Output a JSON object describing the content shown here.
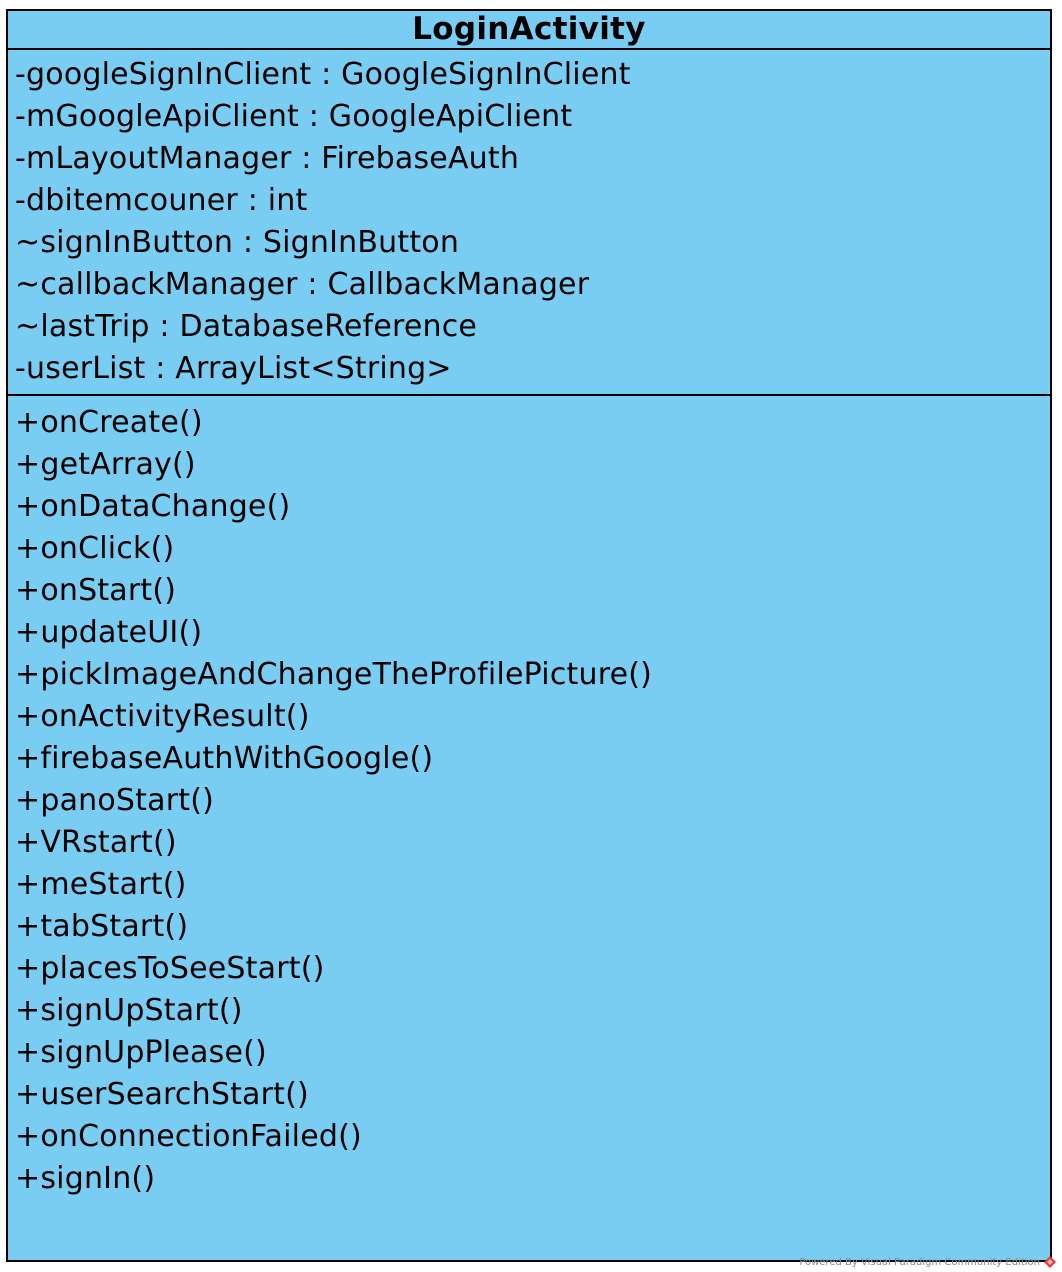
{
  "uml_class": {
    "name": "LoginActivity",
    "attributes": [
      "-googleSignInClient : GoogleSignInClient",
      "-mGoogleApiClient : GoogleApiClient",
      "-mLayoutManager : FirebaseAuth",
      "-dbitemcouner : int",
      "~signInButton : SignInButton",
      "~callbackManager : CallbackManager",
      "~lastTrip : DatabaseReference",
      "-userList : ArrayList<String>"
    ],
    "operations": [
      "+onCreate()",
      "+getArray()",
      "+onDataChange()",
      "+onClick()",
      "+onStart()",
      "+updateUI()",
      "+pickImageAndChangeTheProfilePicture()",
      "+onActivityResult()",
      "+firebaseAuthWithGoogle()",
      "+panoStart()",
      "+VRstart()",
      "+meStart()",
      "+tabStart()",
      "+placesToSeeStart()",
      "+signUpStart()",
      "+signUpPlease()",
      "+userSearchStart()",
      "+onConnectionFailed()",
      "+signIn()"
    ],
    "fill_color": "#7acdf2",
    "border_color": "#000000"
  },
  "watermark": {
    "text": "Powered By Visual Paradigm Community Edition",
    "icon": "visual-paradigm-logo-icon",
    "icon_color": "#e03a3a"
  }
}
